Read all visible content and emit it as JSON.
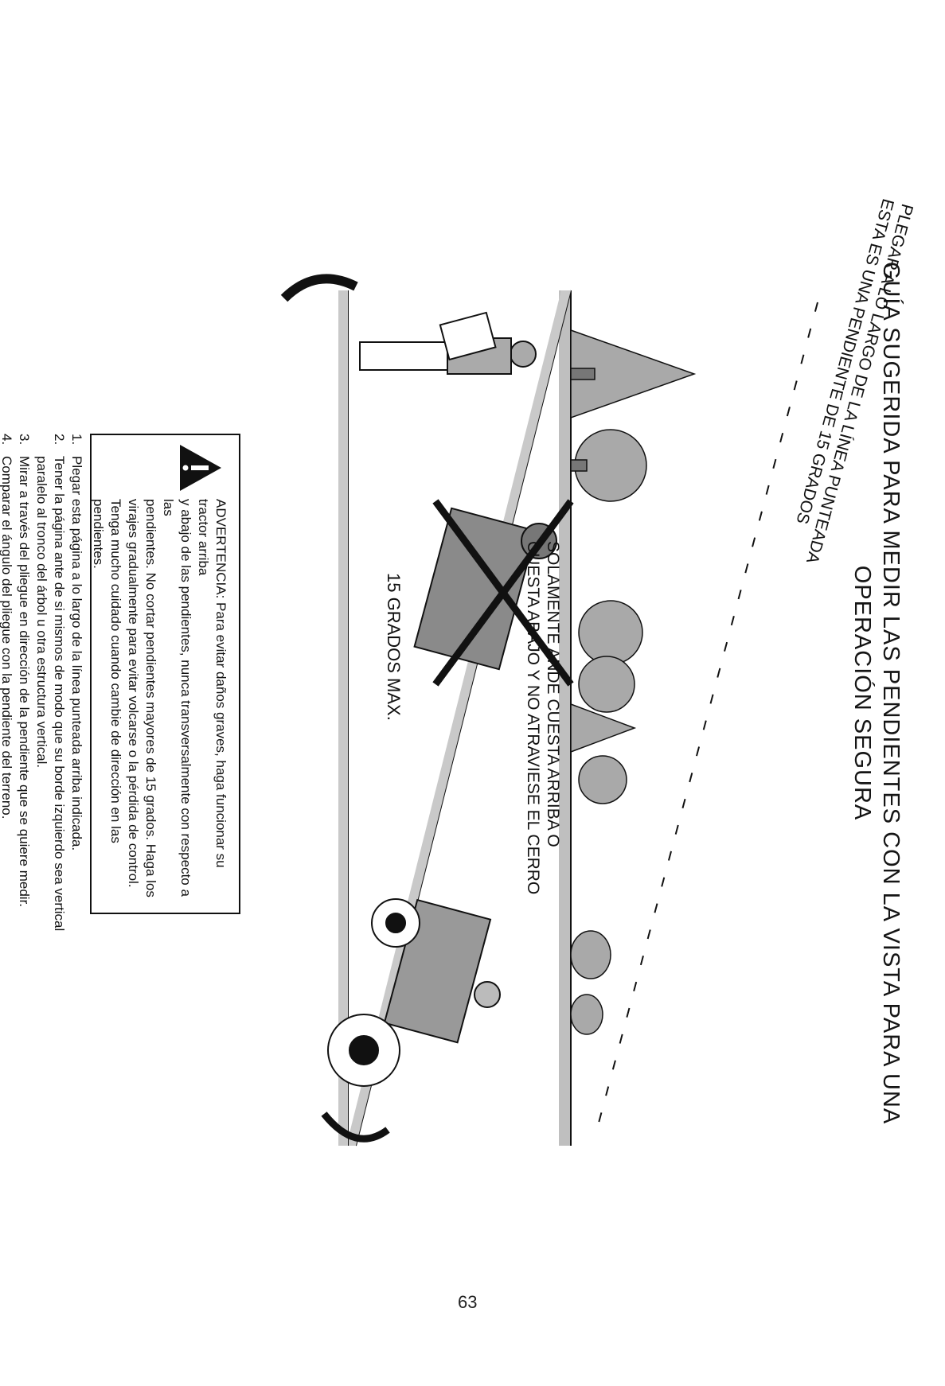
{
  "title": {
    "line1": "GUÍA SUGERIDA PARA MEDIR LAS PENDIENTES CON LA VISTA PARA UNA",
    "line2": "OPERACIÓN SEGURA"
  },
  "callouts": {
    "dotted_line_1": "PLEGAR A LO LARGO DE LA LÍNEA PUNTEADA",
    "dotted_line_2": "ESTA ES UNA PENDIENTE DE 15 GRADOS",
    "uphill_1": "SOLAMENTE ANDE CUESTA ARRIBA O",
    "uphill_2": "CUESTA ABAJO Y NO ATRAVIESE EL CERRO",
    "angle": "15 GRADOS MAX."
  },
  "warning": {
    "lines": [
      "ADVERTENCIA: Para evitar daños graves, haga funcionar su tractor arriba",
      "y abajo de las pendientes, nunca transversalmente con respecto a las",
      "pendientes. No cortar pendientes mayores de 15 grados. Haga los",
      "virajes gradualmente para evitar volcarse o la pérdida de control.",
      "Tenga mucho cuidado cuando cambie de dirección en las pendientes."
    ]
  },
  "steps": [
    {
      "num": "1.",
      "text": "Plegar esta página a lo largo de la línea punteada arriba indicada."
    },
    {
      "num": "2.",
      "text": "Tener la página ante de si mismos de modo que su borde izquierdo sea vertical"
    },
    {
      "num": "",
      "text": "paralelo al tronco del árbol u otra estructura vertical."
    },
    {
      "num": "3.",
      "text": "Mirar a través del pliegue en dirección de la pendiente que se quiere medir."
    },
    {
      "num": "4.",
      "text": "Comparar el ángulo del pliegue con la pendiente del terreno."
    }
  ],
  "page_number": "63",
  "colors": {
    "ink": "#111111",
    "stipple": "#9a9a9a",
    "paper": "#ffffff"
  }
}
